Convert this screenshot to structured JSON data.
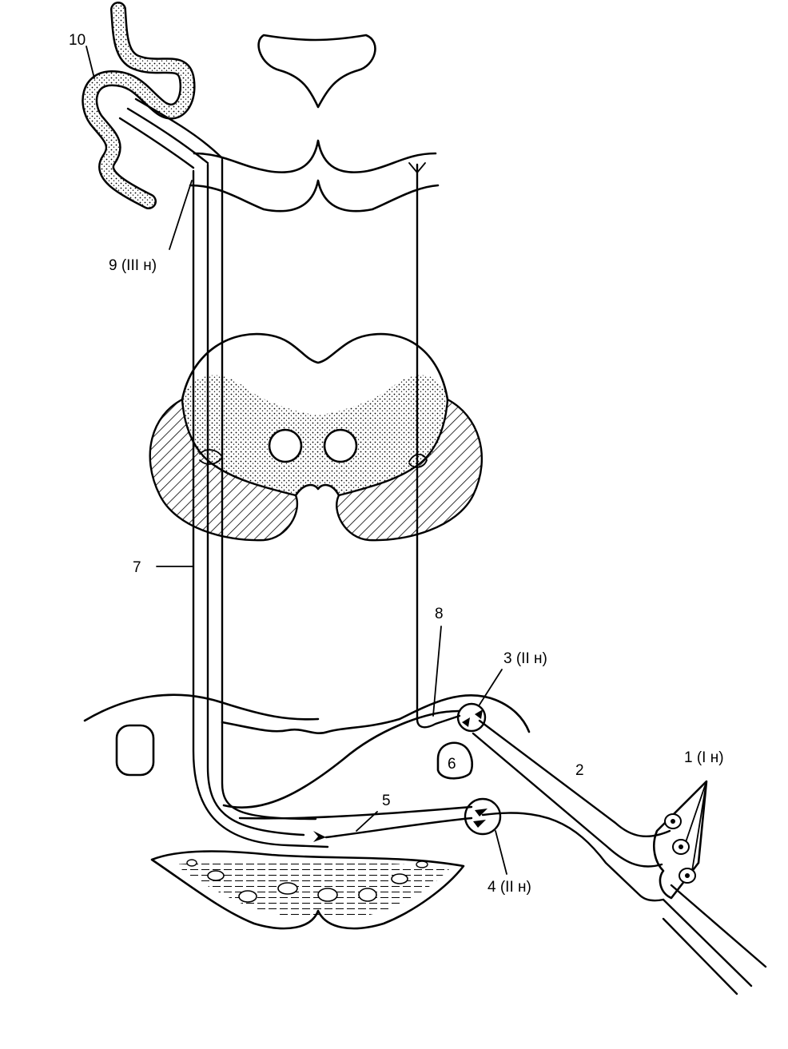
{
  "labels": {
    "l1": "1 (I н)",
    "l2": "2",
    "l3": "3 (II н)",
    "l4": "4 (II н)",
    "l5": "5",
    "l6": "6",
    "l7": "7",
    "l8": "8",
    "l9": "9 (III н)",
    "l10": "10"
  },
  "colors": {
    "ink": "#000000",
    "paper": "#ffffff"
  }
}
